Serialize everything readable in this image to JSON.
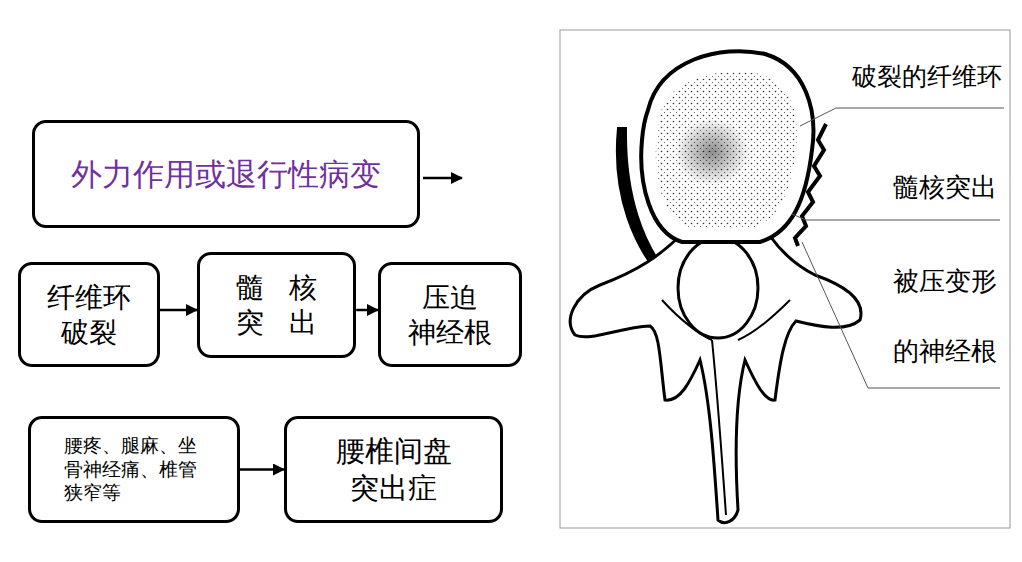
{
  "diagram": {
    "nodes": [
      {
        "text": [
          "外力作用或退行性病变"
        ]
      },
      {
        "text": [
          "纤维环 破裂"
        ]
      },
      {
        "text": [
          "髓核 突出"
        ]
      },
      {
        "text": [
          "压迫 神经根"
        ]
      },
      {
        "text": [
          "腰疼、腿麻、坐骨神经痛、椎管狭窄等"
        ]
      },
      {
        "text": [
          "腰椎间盘 突出症"
        ]
      }
    ],
    "edges": [
      {
        "from": 1,
        "to": 2,
        "arrow": "to"
      },
      {
        "from": 2,
        "to": 3,
        "arrow": "to"
      },
      {
        "from": 4,
        "to": 5,
        "arrow": "to"
      }
    ],
    "labels": [
      "破裂的纤维环",
      "髓核突出",
      "被压变形 的神经根"
    ]
  }
}
